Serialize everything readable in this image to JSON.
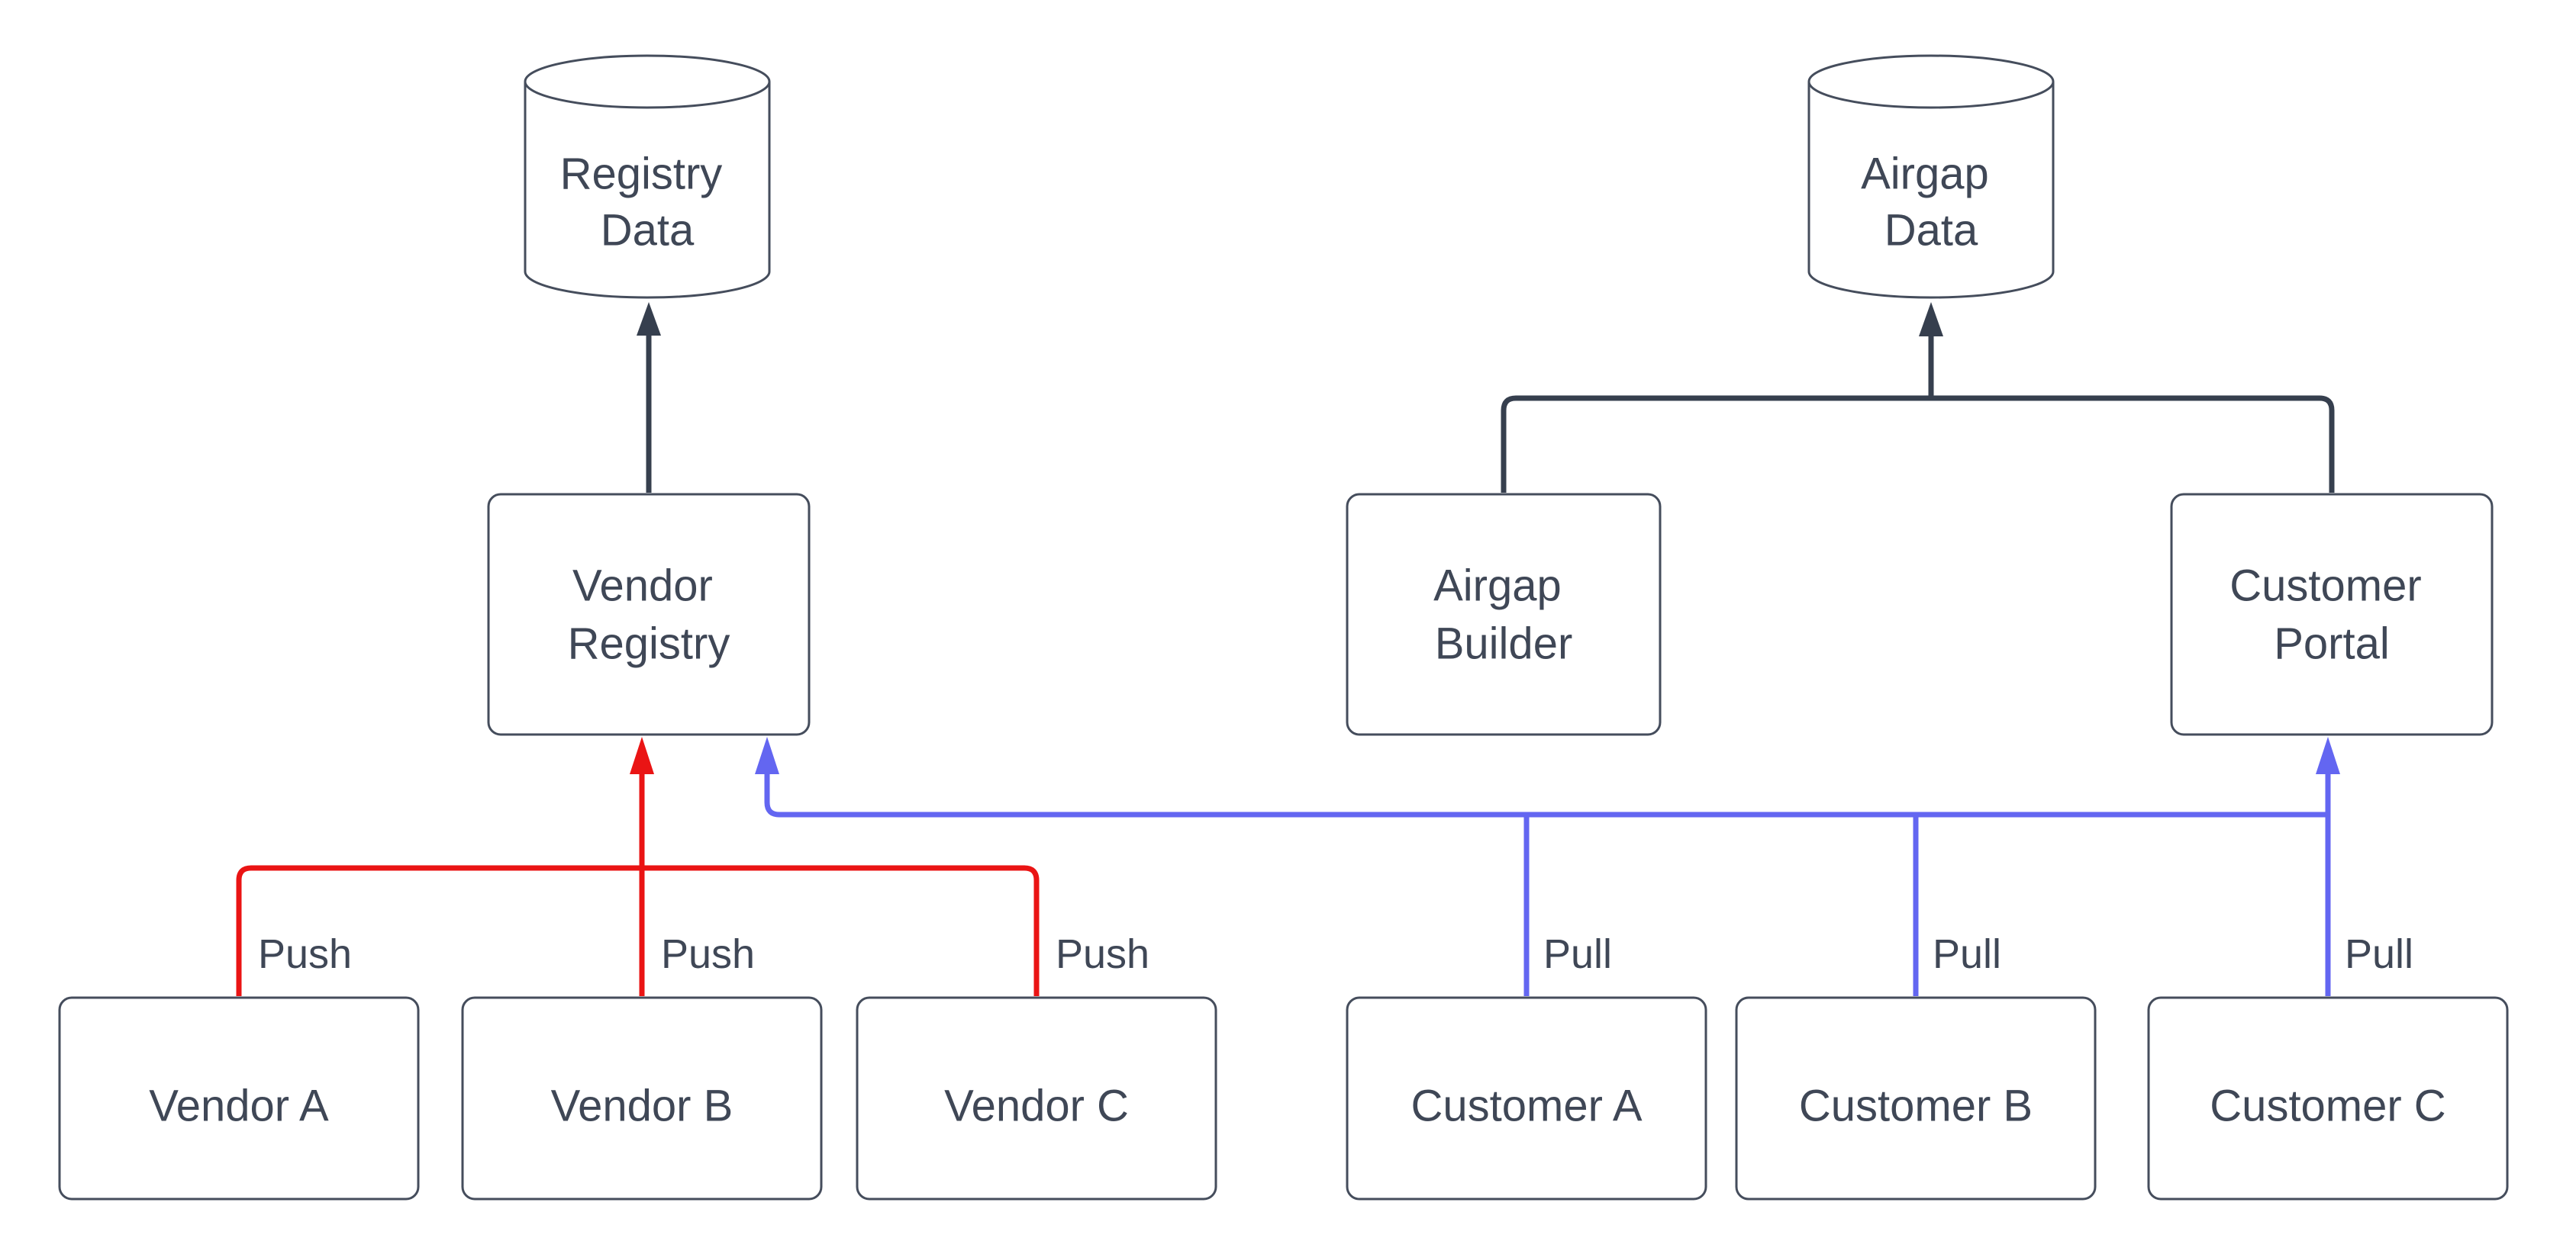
{
  "canvas": {
    "background": "#ffffff"
  },
  "colors": {
    "outline": "#454d5c",
    "text": "#3f4756",
    "dark_flow": "#363f4e",
    "push": "#ea1414",
    "pull": "#6366f1",
    "background": "#ffffff"
  },
  "nodes": {
    "registry_data": {
      "shape": "cylinder",
      "line1": "Registry",
      "line2": "Data"
    },
    "airgap_data": {
      "shape": "cylinder",
      "line1": "Airgap",
      "line2": "Data"
    },
    "vendor_registry": {
      "shape": "rect",
      "line1": "Vendor",
      "line2": "Registry"
    },
    "airgap_builder": {
      "shape": "rect",
      "line1": "Airgap",
      "line2": "Builder"
    },
    "customer_portal": {
      "shape": "rect",
      "line1": "Customer",
      "line2": "Portal"
    },
    "vendor_a": {
      "shape": "rect",
      "label": "Vendor A"
    },
    "vendor_b": {
      "shape": "rect",
      "label": "Vendor B"
    },
    "vendor_c": {
      "shape": "rect",
      "label": "Vendor C"
    },
    "customer_a": {
      "shape": "rect",
      "label": "Customer A"
    },
    "customer_b": {
      "shape": "rect",
      "label": "Customer B"
    },
    "customer_c": {
      "shape": "rect",
      "label": "Customer C"
    }
  },
  "edges": {
    "dark": [
      {
        "from": "Vendor Registry",
        "to": "Registry Data",
        "label": ""
      },
      {
        "from": "Airgap Builder",
        "to": "Airgap Data",
        "label": ""
      },
      {
        "from": "Customer Portal",
        "to": "Airgap Data",
        "label": ""
      }
    ],
    "push_labels": [
      "Push",
      "Push",
      "Push"
    ],
    "pull_labels": [
      "Pull",
      "Pull",
      "Pull"
    ]
  }
}
